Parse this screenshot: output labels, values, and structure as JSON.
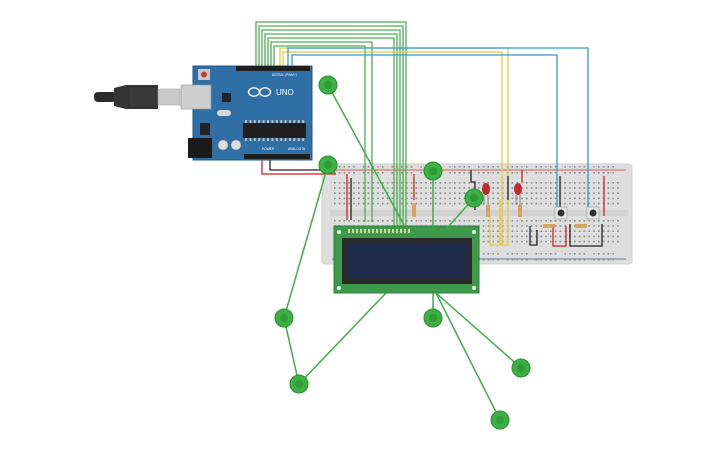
{
  "canvas": {
    "background": "#ffffff"
  },
  "arduino": {
    "model_label": "UNO",
    "brand_logo": "infinity-logo",
    "digital_label": "DIGITAL (PWM~)",
    "power_label": "POWER",
    "analog_label": "ANALOG IN",
    "board_color": "#2f6fa6",
    "usb_cable_color": "#2b2b2b"
  },
  "breadboard": {
    "color": "#e0e0e0",
    "rail_red": "#d23030",
    "rail_blue": "#2c5aa0"
  },
  "lcd": {
    "pcb_color": "#3c9a4a",
    "screen_color": "#1d2b4a",
    "text_rows": [
      "",
      ""
    ]
  },
  "wires": {
    "green": "#4caf50",
    "yellow": "#e6c93a",
    "blue": "#2f9ad6",
    "red": "#d21f1f",
    "black": "#222222",
    "orange": "#e08a2e"
  },
  "components": {
    "leds": [
      "red-led-1",
      "red-led-2"
    ],
    "buttons": [
      "pushbutton-1",
      "pushbutton-2"
    ],
    "resistors": [
      "resistor-1",
      "resistor-2",
      "resistor-3",
      "resistor-4",
      "resistor-5"
    ]
  },
  "handles": {
    "color": "#3cb043"
  }
}
